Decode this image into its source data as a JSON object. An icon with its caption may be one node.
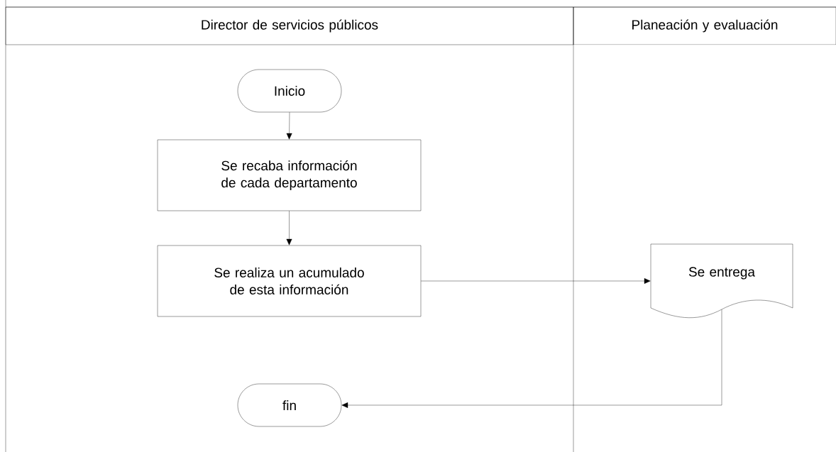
{
  "diagram": {
    "nodes": [
      {
        "text": [
          "Director de servicios públicos"
        ]
      },
      {
        "text": [
          "Planeación y evaluación"
        ]
      },
      {
        "text": [
          "Inicio"
        ]
      },
      {
        "text": [
          "Se recaba información de cada departamento"
        ]
      },
      {
        "text": [
          "Se realiza un acumulado de esta información"
        ]
      },
      {
        "text": [
          "Se entrega"
        ]
      },
      {
        "text": [
          "fin"
        ]
      }
    ],
    "edges": [
      {
        "from": 2,
        "to": 3,
        "arrow": "to"
      },
      {
        "from": 3,
        "to": 4,
        "arrow": "to"
      },
      {
        "from": 4,
        "to": 5,
        "arrow": "to"
      },
      {
        "from": 5,
        "to": 6,
        "arrow": "to"
      }
    ]
  }
}
